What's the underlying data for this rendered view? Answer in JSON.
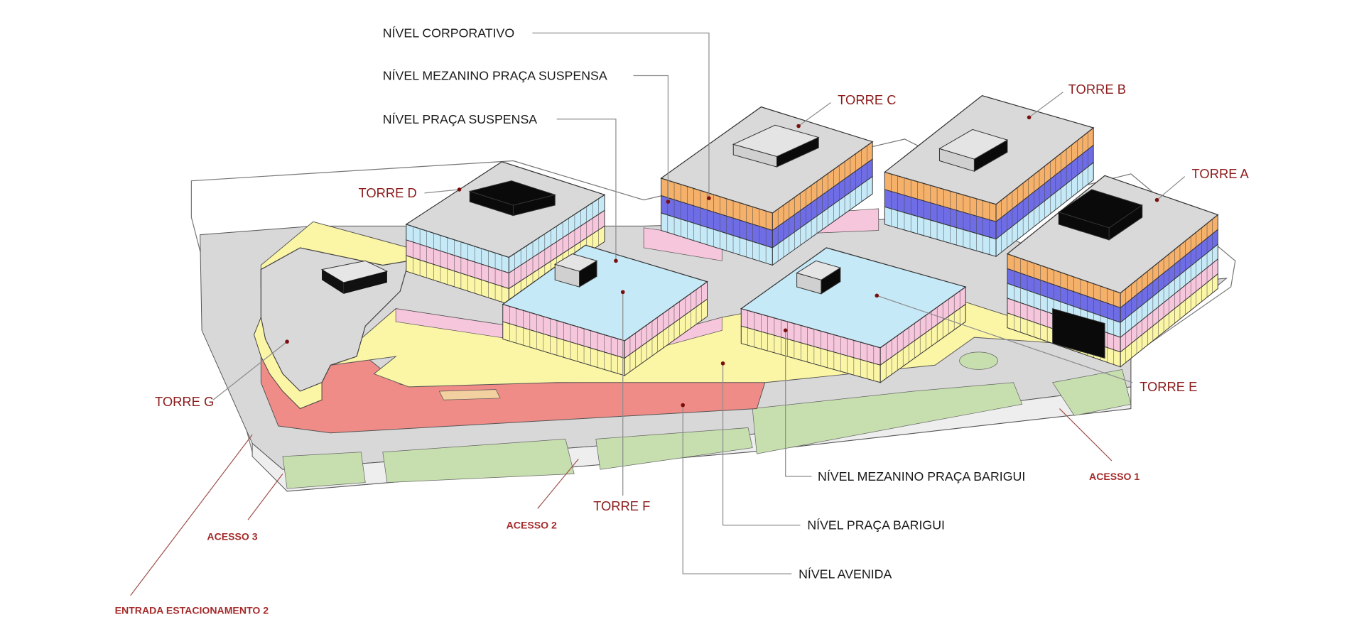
{
  "levels": {
    "corporativo": "NÍVEL CORPORATIVO",
    "mezanino_praca_suspensa": "NÍVEL MEZANINO PRAÇA SUSPENSA",
    "praca_suspensa": "NÍVEL PRAÇA SUSPENSA",
    "mezanino_praca_barigui": "NÍVEL MEZANINO PRAÇA BARIGUI",
    "praca_barigui": "NÍVEL PRAÇA BARIGUI",
    "avenida": "NÍVEL AVENIDA"
  },
  "towers": {
    "a": "TORRE A",
    "b": "TORRE B",
    "c": "TORRE C",
    "d": "TORRE D",
    "e": "TORRE E",
    "f": "TORRE F",
    "g": "TORRE G"
  },
  "accesses": {
    "acesso1": "ACESSO 1",
    "acesso2": "ACESSO 2",
    "acesso3": "ACESSO 3",
    "entrada_estacionamento_2": "ENTRADA ESTACIONAMENTO 2"
  },
  "colors": {
    "corporativo": "#f5b06a",
    "mezanino_suspensa": "#6f6de6",
    "praca_suspensa": "#c6e9f7",
    "mezanino_barigui": "#f6c6dc",
    "praca_barigui": "#fbf5a6",
    "avenida": "#f08c87",
    "roof": "#d9d9d9",
    "green": "#c7dfae",
    "label_red": "#8b1a1a"
  }
}
